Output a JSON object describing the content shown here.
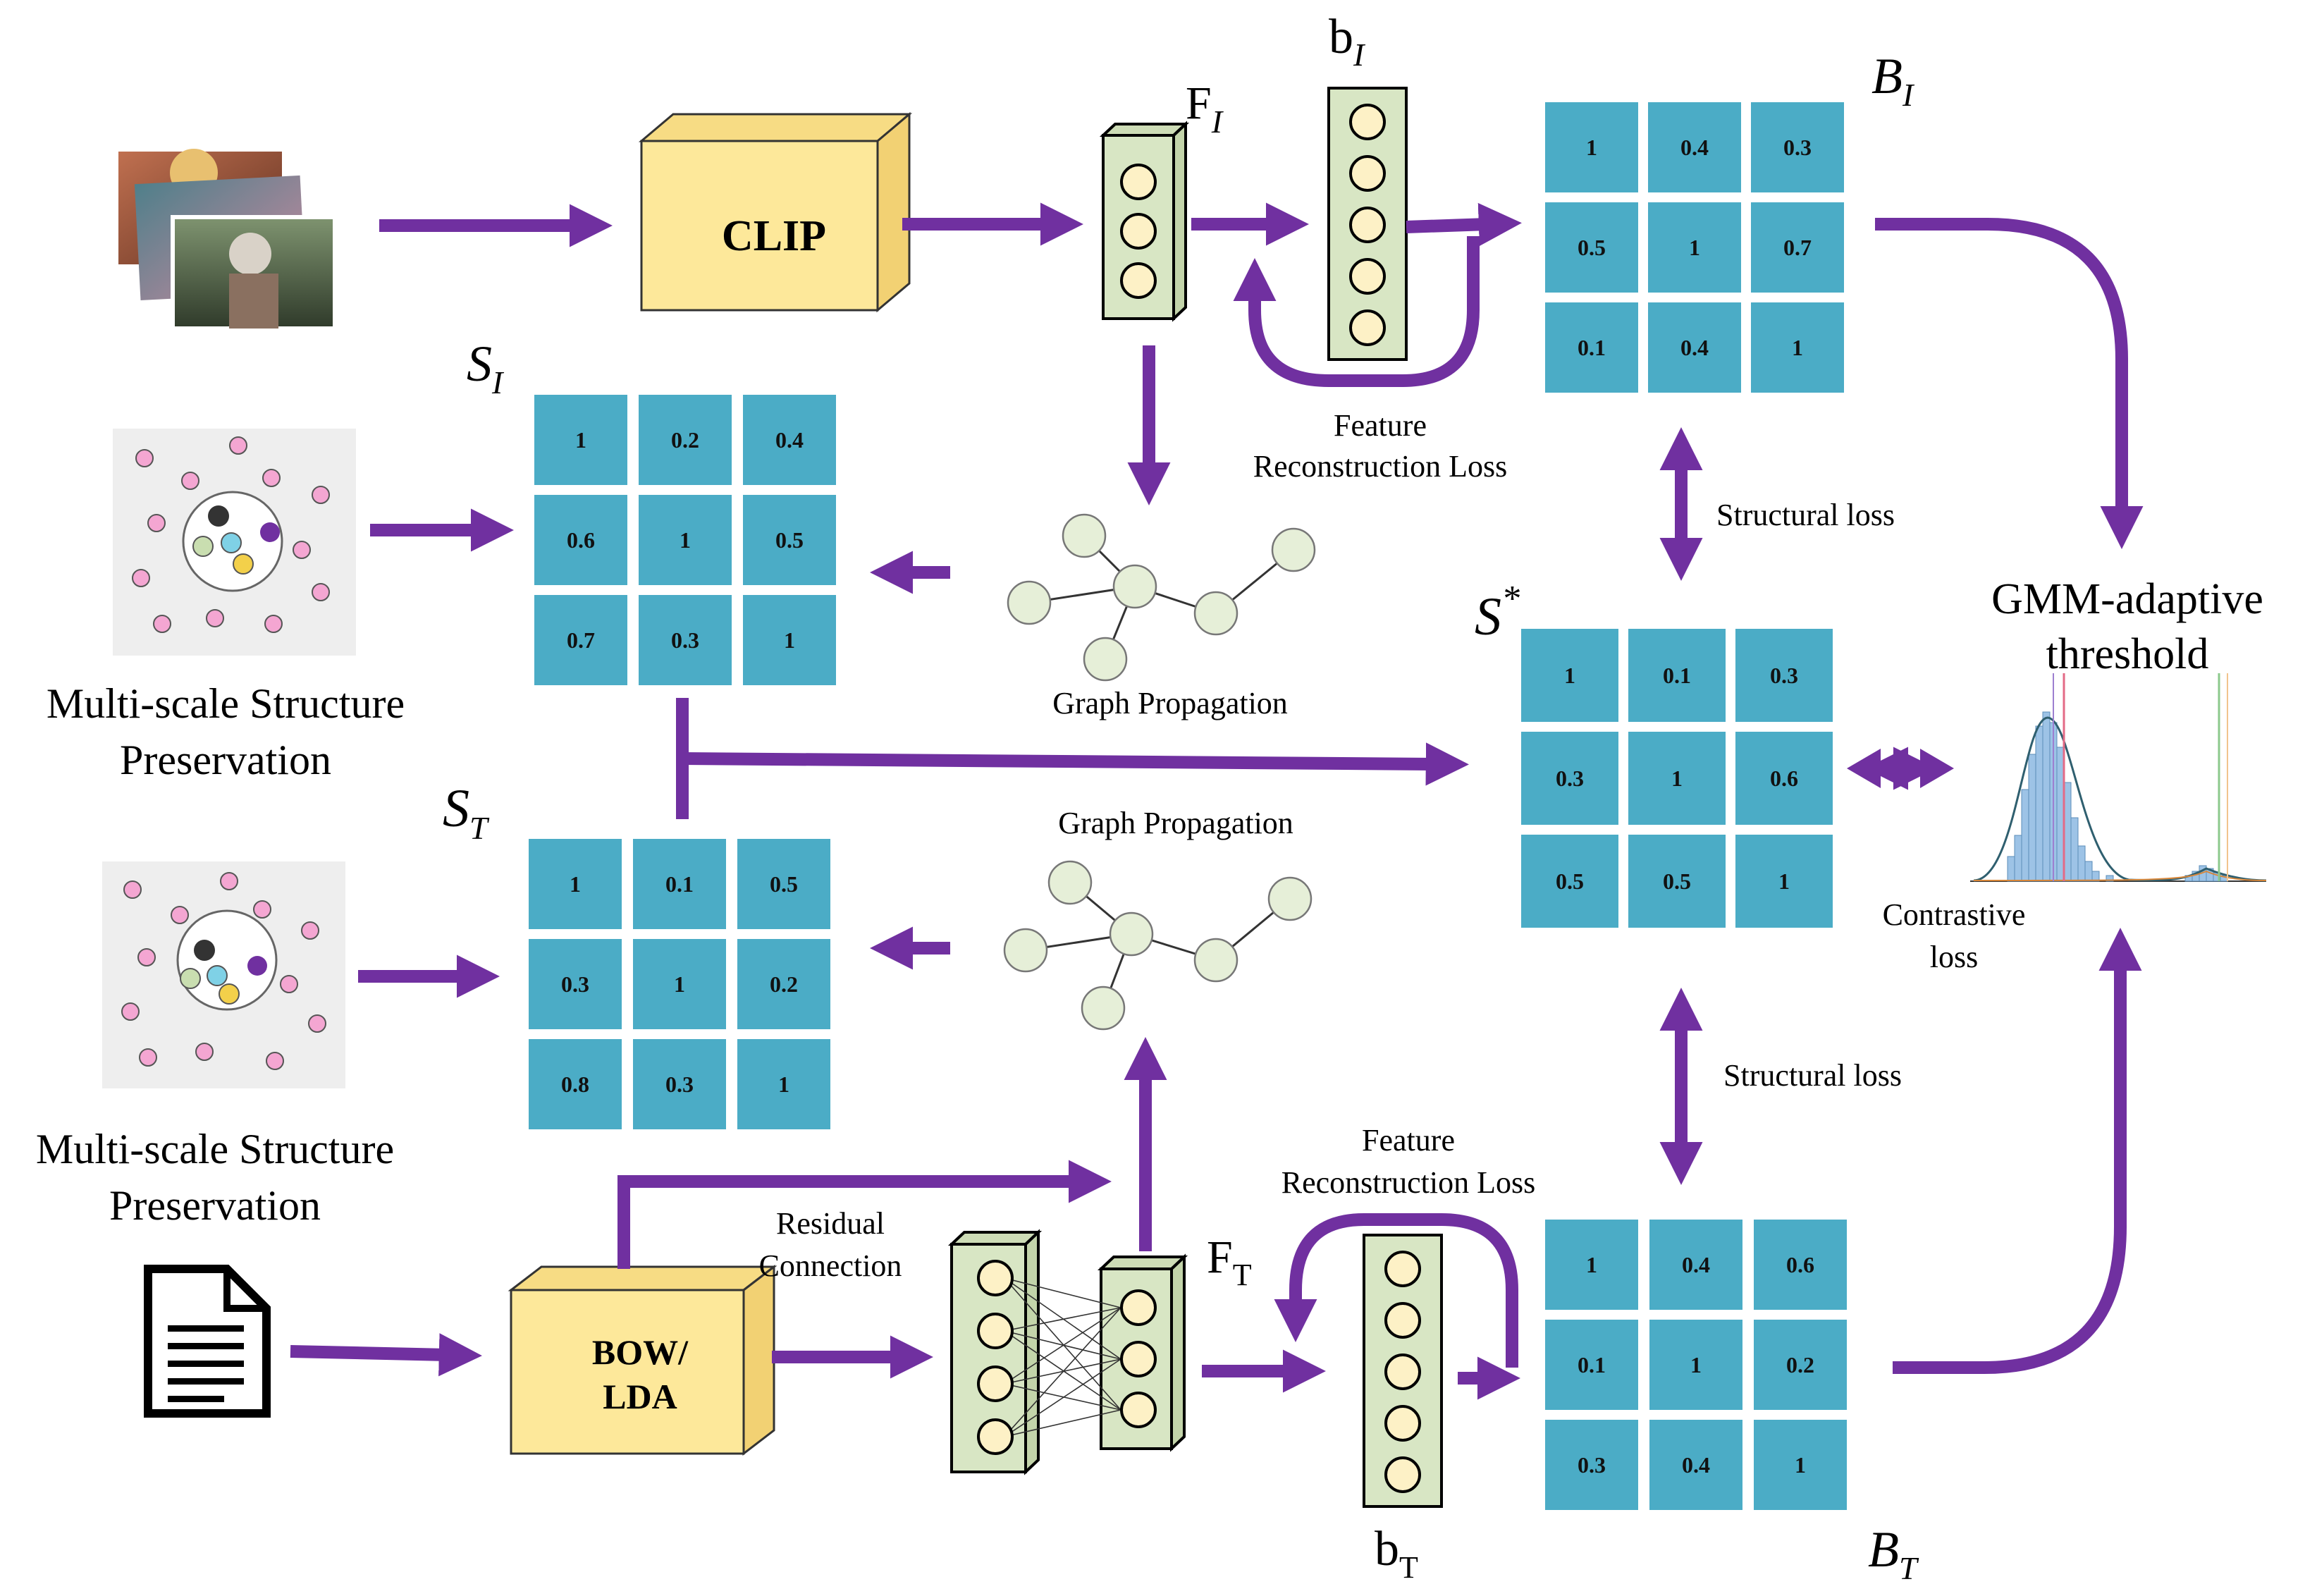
{
  "labels": {
    "clip": "CLIP",
    "bow_line1": "BOW/",
    "bow_line2": "LDA",
    "fi_main": "F",
    "fi_sub": "I",
    "bi_main": "b",
    "bi_sub": "I",
    "BI_main": "B",
    "BI_sub": "I",
    "SI_main": "S",
    "SI_sub": "I",
    "ST_main": "S",
    "ST_sub": "T",
    "Sstar_main": "S",
    "Sstar_sup": "*",
    "ft_main": "F",
    "ft_sub": "T",
    "bt_main": "b",
    "bt_sub": "T",
    "BT_main": "B",
    "BT_sub": "T",
    "frl_top_1": "Feature",
    "frl_top_2": "Reconstruction Loss",
    "frl_bot_1": "Feature",
    "frl_bot_2": "Reconstruction Loss",
    "graph_top": "Graph Propagation",
    "graph_bot": "Graph Propagation",
    "structural_top": "Structural loss",
    "structural_bot": "Structural loss",
    "gmm_1": "GMM-adaptive",
    "gmm_2": "threshold",
    "contrastive_1": "Contrastive",
    "contrastive_2": "loss",
    "msp_top_1": "Multi-scale Structure",
    "msp_top_2": "Preservation",
    "msp_bot_1": "Multi-scale Structure",
    "msp_bot_2": "Preservation",
    "residual_1": "Residual",
    "residual_2": "Connection"
  },
  "matrices": {
    "BI": [
      [
        "1",
        "0.4",
        "0.3"
      ],
      [
        "0.5",
        "1",
        "0.7"
      ],
      [
        "0.1",
        "0.4",
        "1"
      ]
    ],
    "SI": [
      [
        "1",
        "0.2",
        "0.4"
      ],
      [
        "0.6",
        "1",
        "0.5"
      ],
      [
        "0.7",
        "0.3",
        "1"
      ]
    ],
    "Sstar": [
      [
        "1",
        "0.1",
        "0.3"
      ],
      [
        "0.3",
        "1",
        "0.6"
      ],
      [
        "0.5",
        "0.5",
        "1"
      ]
    ],
    "ST": [
      [
        "1",
        "0.1",
        "0.5"
      ],
      [
        "0.3",
        "1",
        "0.2"
      ],
      [
        "0.8",
        "0.3",
        "1"
      ]
    ],
    "BT": [
      [
        "1",
        "0.4",
        "0.6"
      ],
      [
        "0.1",
        "1",
        "0.2"
      ],
      [
        "0.3",
        "0.4",
        "1"
      ]
    ]
  },
  "colors": {
    "arrow": "#7030a0",
    "cell": "#4bacc6",
    "box_fill": "#fde89a",
    "box_stroke": "#333333",
    "layer_fill": "#d8e6c4",
    "node_fill": "#fdf1c6",
    "graph_node": "#e6efd8",
    "dot_pink": "#f4a6d2",
    "hist_bar": "#9dc3e6"
  }
}
